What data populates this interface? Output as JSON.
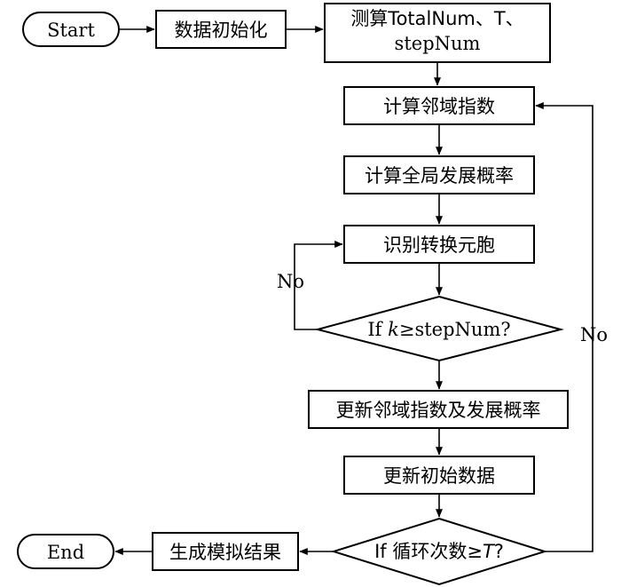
{
  "nodes": {
    "start": "Start",
    "init_data": "数据初始化",
    "measure_line1": "测算TotalNum、T、",
    "measure_line2": "stepNum",
    "calc_neighborhood": "计算邻域指数",
    "calc_global_prob": "计算全局发展概率",
    "identify_cells": "识别转换元胞",
    "decision_step": {
      "prefix": "If ",
      "var": "k",
      "rest": "≥stepNum?"
    },
    "update_index_prob": "更新邻域指数及发展概率",
    "update_init_data": "更新初始数据",
    "decision_loop": {
      "prefix": "If 循环次数≥",
      "var": "T",
      "rest": "?"
    },
    "generate_result": "生成模拟结果",
    "end": "End"
  },
  "edge_labels": {
    "step_no": "No",
    "loop_no": "No"
  }
}
